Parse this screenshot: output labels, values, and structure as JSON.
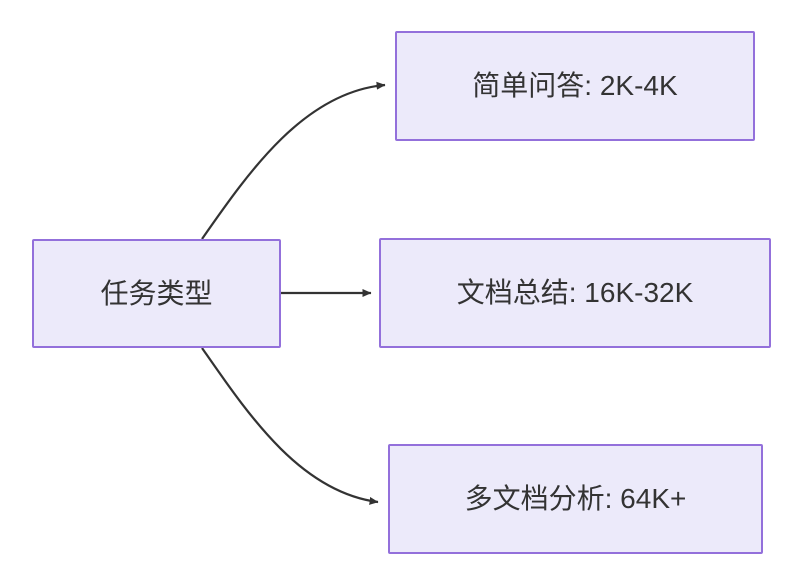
{
  "diagram": {
    "type": "flowchart",
    "direction": "left-to-right",
    "background_color": "#FFFFFF",
    "node_fill_color": "#ECEAFA",
    "node_border_color": "#9370DB",
    "node_text_color": "#333333",
    "edge_color": "#333333",
    "nodes": [
      {
        "id": "root",
        "label": "任务类型",
        "role": "source"
      },
      {
        "id": "simple-qa",
        "label": "简单问答: 2K-4K",
        "role": "target"
      },
      {
        "id": "doc-sum",
        "label": "文档总结: 16K-32K",
        "role": "target"
      },
      {
        "id": "multi-doc",
        "label": "多文档分析: 64K+",
        "role": "target"
      }
    ],
    "edges": [
      {
        "id": "edge-root-simple-qa",
        "from": "root",
        "to": "simple-qa",
        "style": "curved",
        "arrow": "arrowhead-end"
      },
      {
        "id": "edge-root-doc-sum",
        "from": "root",
        "to": "doc-sum",
        "style": "straight",
        "arrow": "arrowhead-end"
      },
      {
        "id": "edge-root-multi-doc",
        "from": "root",
        "to": "multi-doc",
        "style": "curved",
        "arrow": "arrowhead-end"
      }
    ]
  }
}
